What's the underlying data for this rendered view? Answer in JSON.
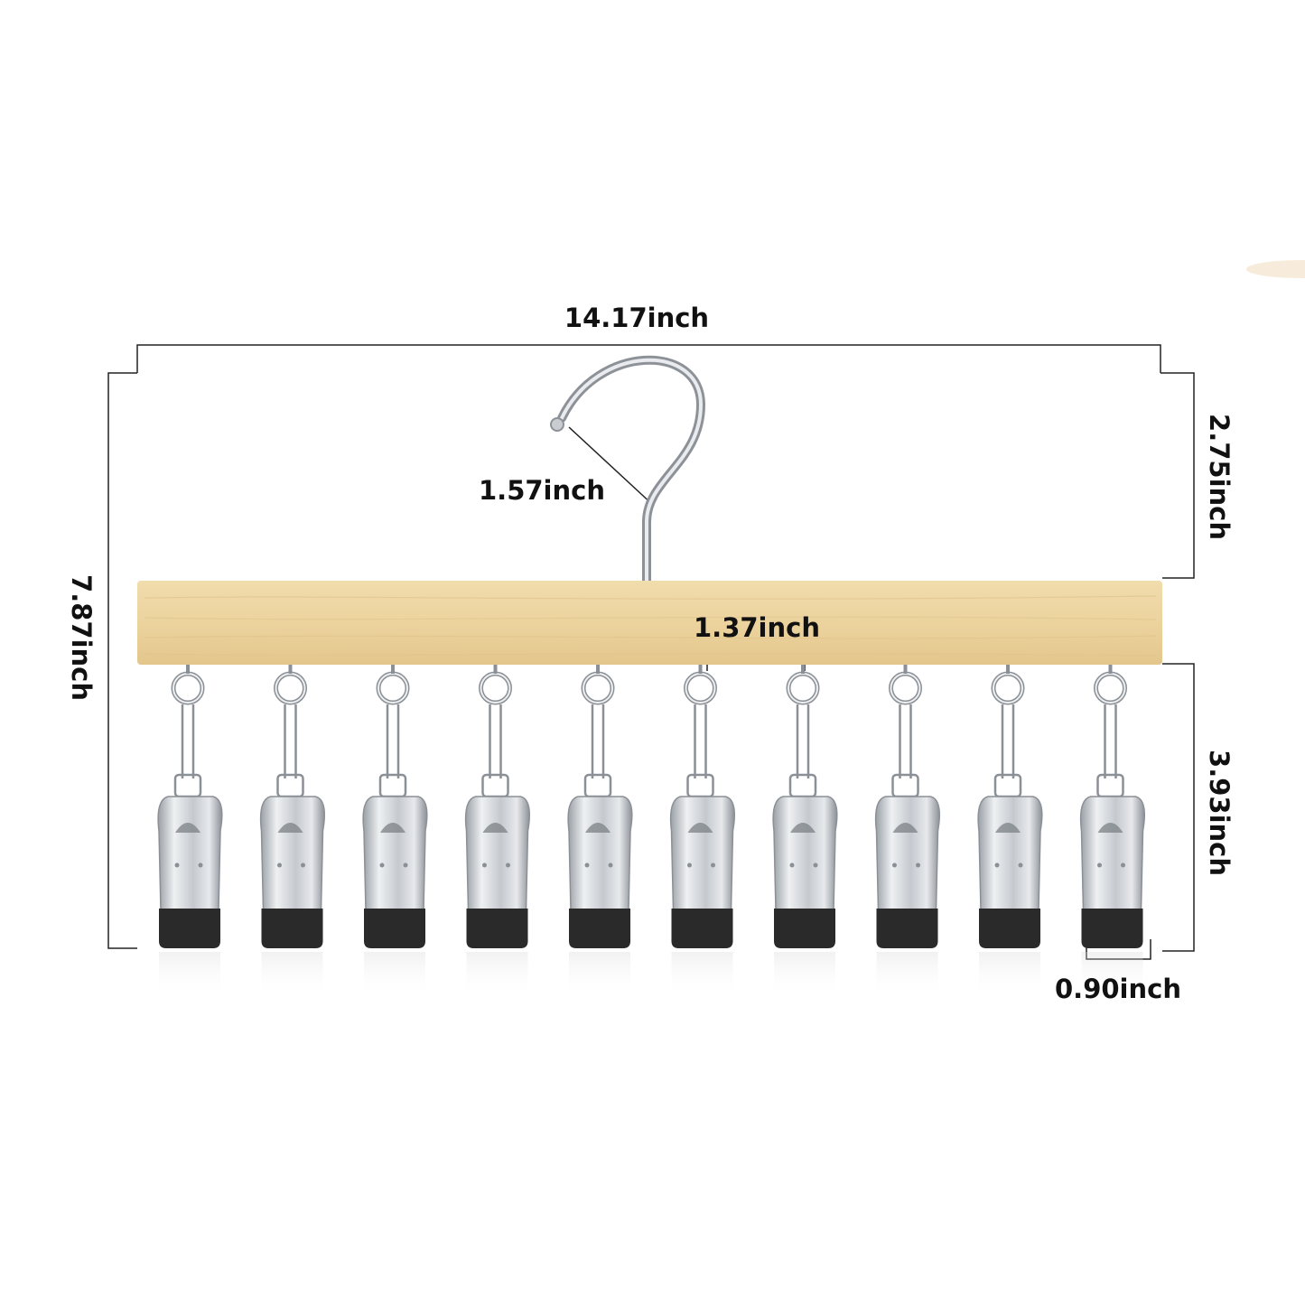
{
  "dimensions": {
    "overall_width": "14.17inch",
    "overall_height": "7.87inch",
    "hook_height": "2.75inch",
    "hook_diameter": "1.57inch",
    "clip_spacing": "1.37inch",
    "clip_length": "3.93inch",
    "clip_width": "0.90inch"
  },
  "product": {
    "clip_count": 10,
    "colors": {
      "wood": "#ecd39e",
      "wood_grain": "#dcc08a",
      "metal": "#c9ccd1",
      "metal_dark": "#8b9096",
      "rubber_tip": "#2a2a2a",
      "dimension_line": "#222222"
    }
  }
}
